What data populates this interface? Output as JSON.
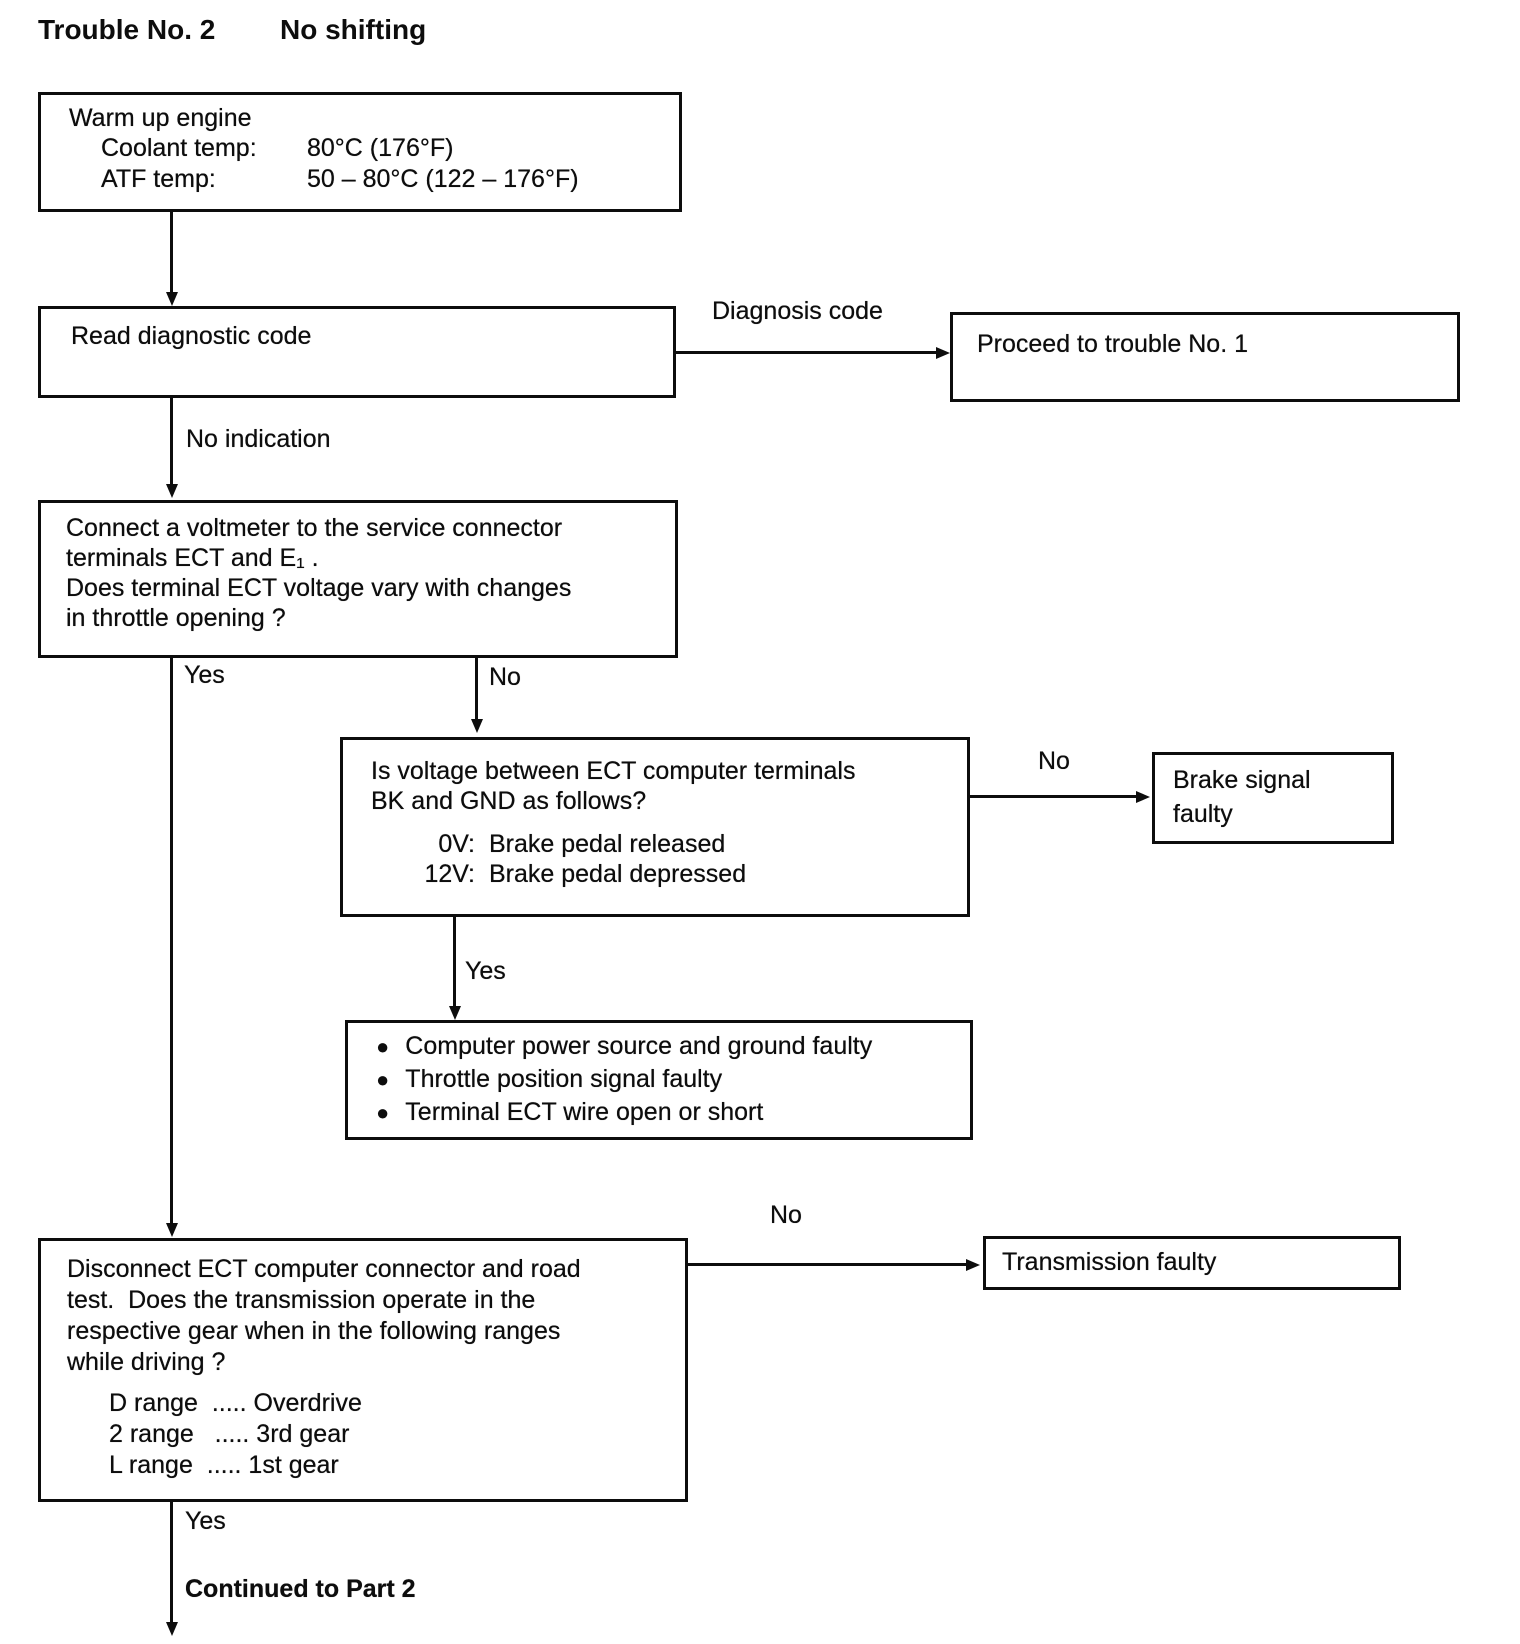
{
  "page": {
    "title": "Trouble No. 2",
    "subtitle": "No shifting"
  },
  "warm_up_box": {
    "line1": "Warm up engine",
    "coolant_label": "Coolant temp:",
    "coolant_value": "80°C (176°F)",
    "atf_label": "ATF temp:",
    "atf_value": "50 – 80°C (122 – 176°F)"
  },
  "read_code_box": {
    "text": "Read diagnostic code"
  },
  "diagnosis_code_label": "Diagnosis code",
  "proceed_box": {
    "text": "Proceed to trouble No. 1"
  },
  "no_indication_label": "No indication",
  "voltmeter_box": {
    "line1": "Connect a voltmeter to the service connector",
    "line2": "terminals ECT and E₁ .",
    "line3": "Does terminal ECT voltage vary with changes",
    "line4": "in throttle opening ?"
  },
  "voltmeter_yes_label": "Yes",
  "voltmeter_no_label": "No",
  "bk_gnd_box": {
    "line1": "Is voltage between ECT computer terminals",
    "line2": "BK and GND as follows?",
    "v0_label": "0V:",
    "v0_value": "Brake pedal released",
    "v12_label": "12V:",
    "v12_value": "Brake pedal depressed"
  },
  "bk_gnd_no_label": "No",
  "brake_box": {
    "line1": "Brake signal",
    "line2": "faulty"
  },
  "bk_gnd_yes_label": "Yes",
  "faults_box": {
    "items": [
      "Computer power source and ground faulty",
      "Throttle position signal faulty",
      "Terminal ECT wire open or short"
    ]
  },
  "road_test_box": {
    "line1": "Disconnect ECT computer connector and road",
    "line2": "test.  Does the transmission operate in the",
    "line3": "respective gear when in the following ranges",
    "line4": "while driving ?",
    "ranges": [
      "D range  ..... Overdrive",
      "2 range   ..... 3rd gear",
      "L range  ..... 1st gear"
    ]
  },
  "road_test_no_label": "No",
  "transmission_box": {
    "text": "Transmission faulty"
  },
  "road_test_yes_label": "Yes",
  "continued_label": "Continued to Part 2"
}
